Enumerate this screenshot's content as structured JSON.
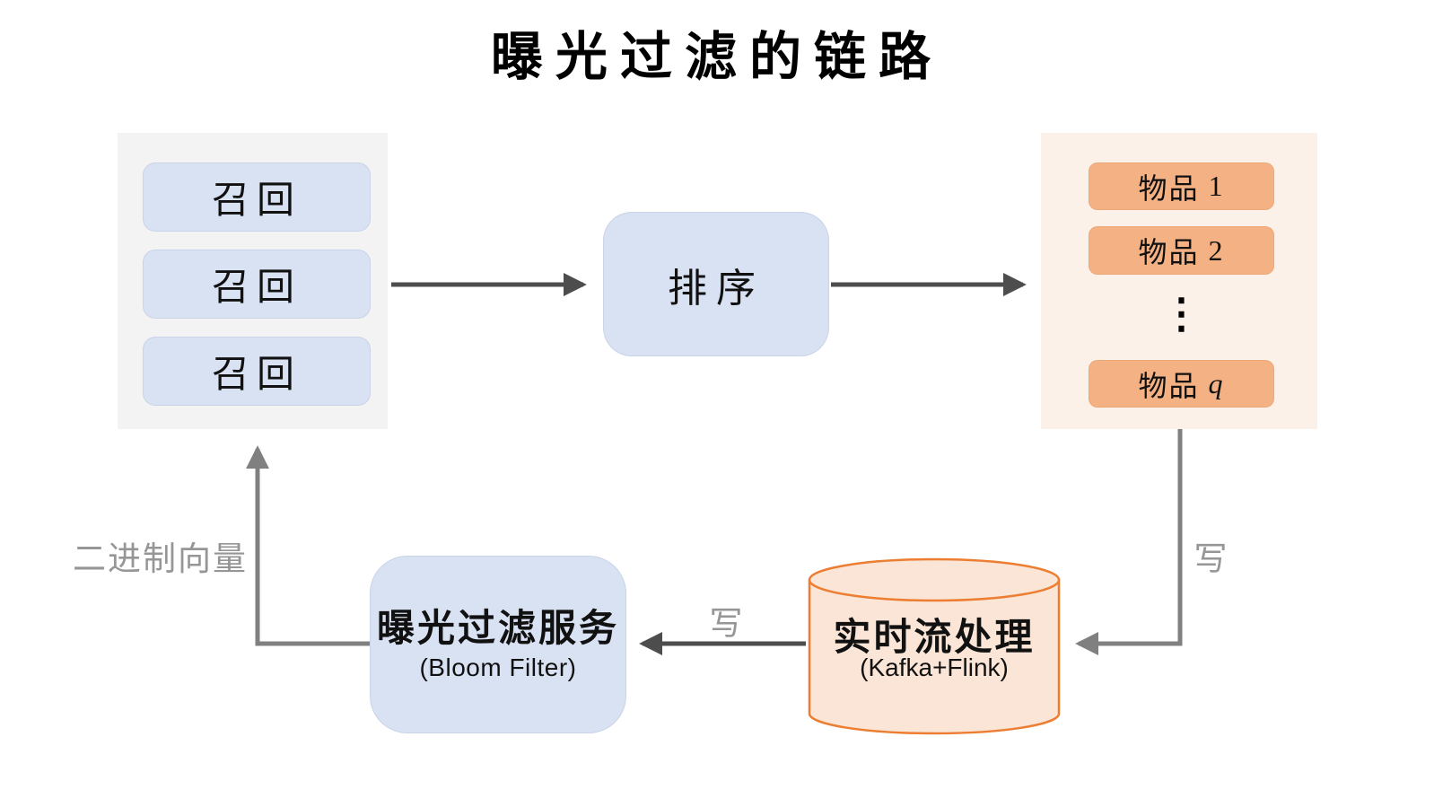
{
  "title": "曝光过滤的链路",
  "recall_panel": {
    "boxes": [
      {
        "label": "召回"
      },
      {
        "label": "召回"
      },
      {
        "label": "召回"
      }
    ]
  },
  "ranking_box": {
    "label": "排序"
  },
  "items_panel": {
    "boxes": [
      {
        "prefix": "物品",
        "var": "1"
      },
      {
        "prefix": "物品",
        "var": "2"
      },
      {
        "prefix": "物品",
        "var": "q"
      }
    ],
    "ellipsis": "⋮"
  },
  "stream_store": {
    "title": "实时流处理",
    "subtitle": "(Kafka+Flink)"
  },
  "filter_service": {
    "title": "曝光过滤服务",
    "subtitle": "(Bloom Filter)"
  },
  "edge_labels": {
    "items_to_stream": "写",
    "stream_to_filter": "写",
    "filter_to_recall": "二进制向量"
  },
  "colors": {
    "blue_box": "#D9E2F3",
    "gray_panel": "#F3F3F3",
    "orange_panel": "#FCF1E9",
    "orange_box": "#F4B183",
    "cylinder_fill": "#FBE5D6",
    "cylinder_stroke": "#ED7D31",
    "arrow_dark": "#4D4D4D",
    "arrow_gray": "#808080",
    "label_gray": "#969696"
  }
}
